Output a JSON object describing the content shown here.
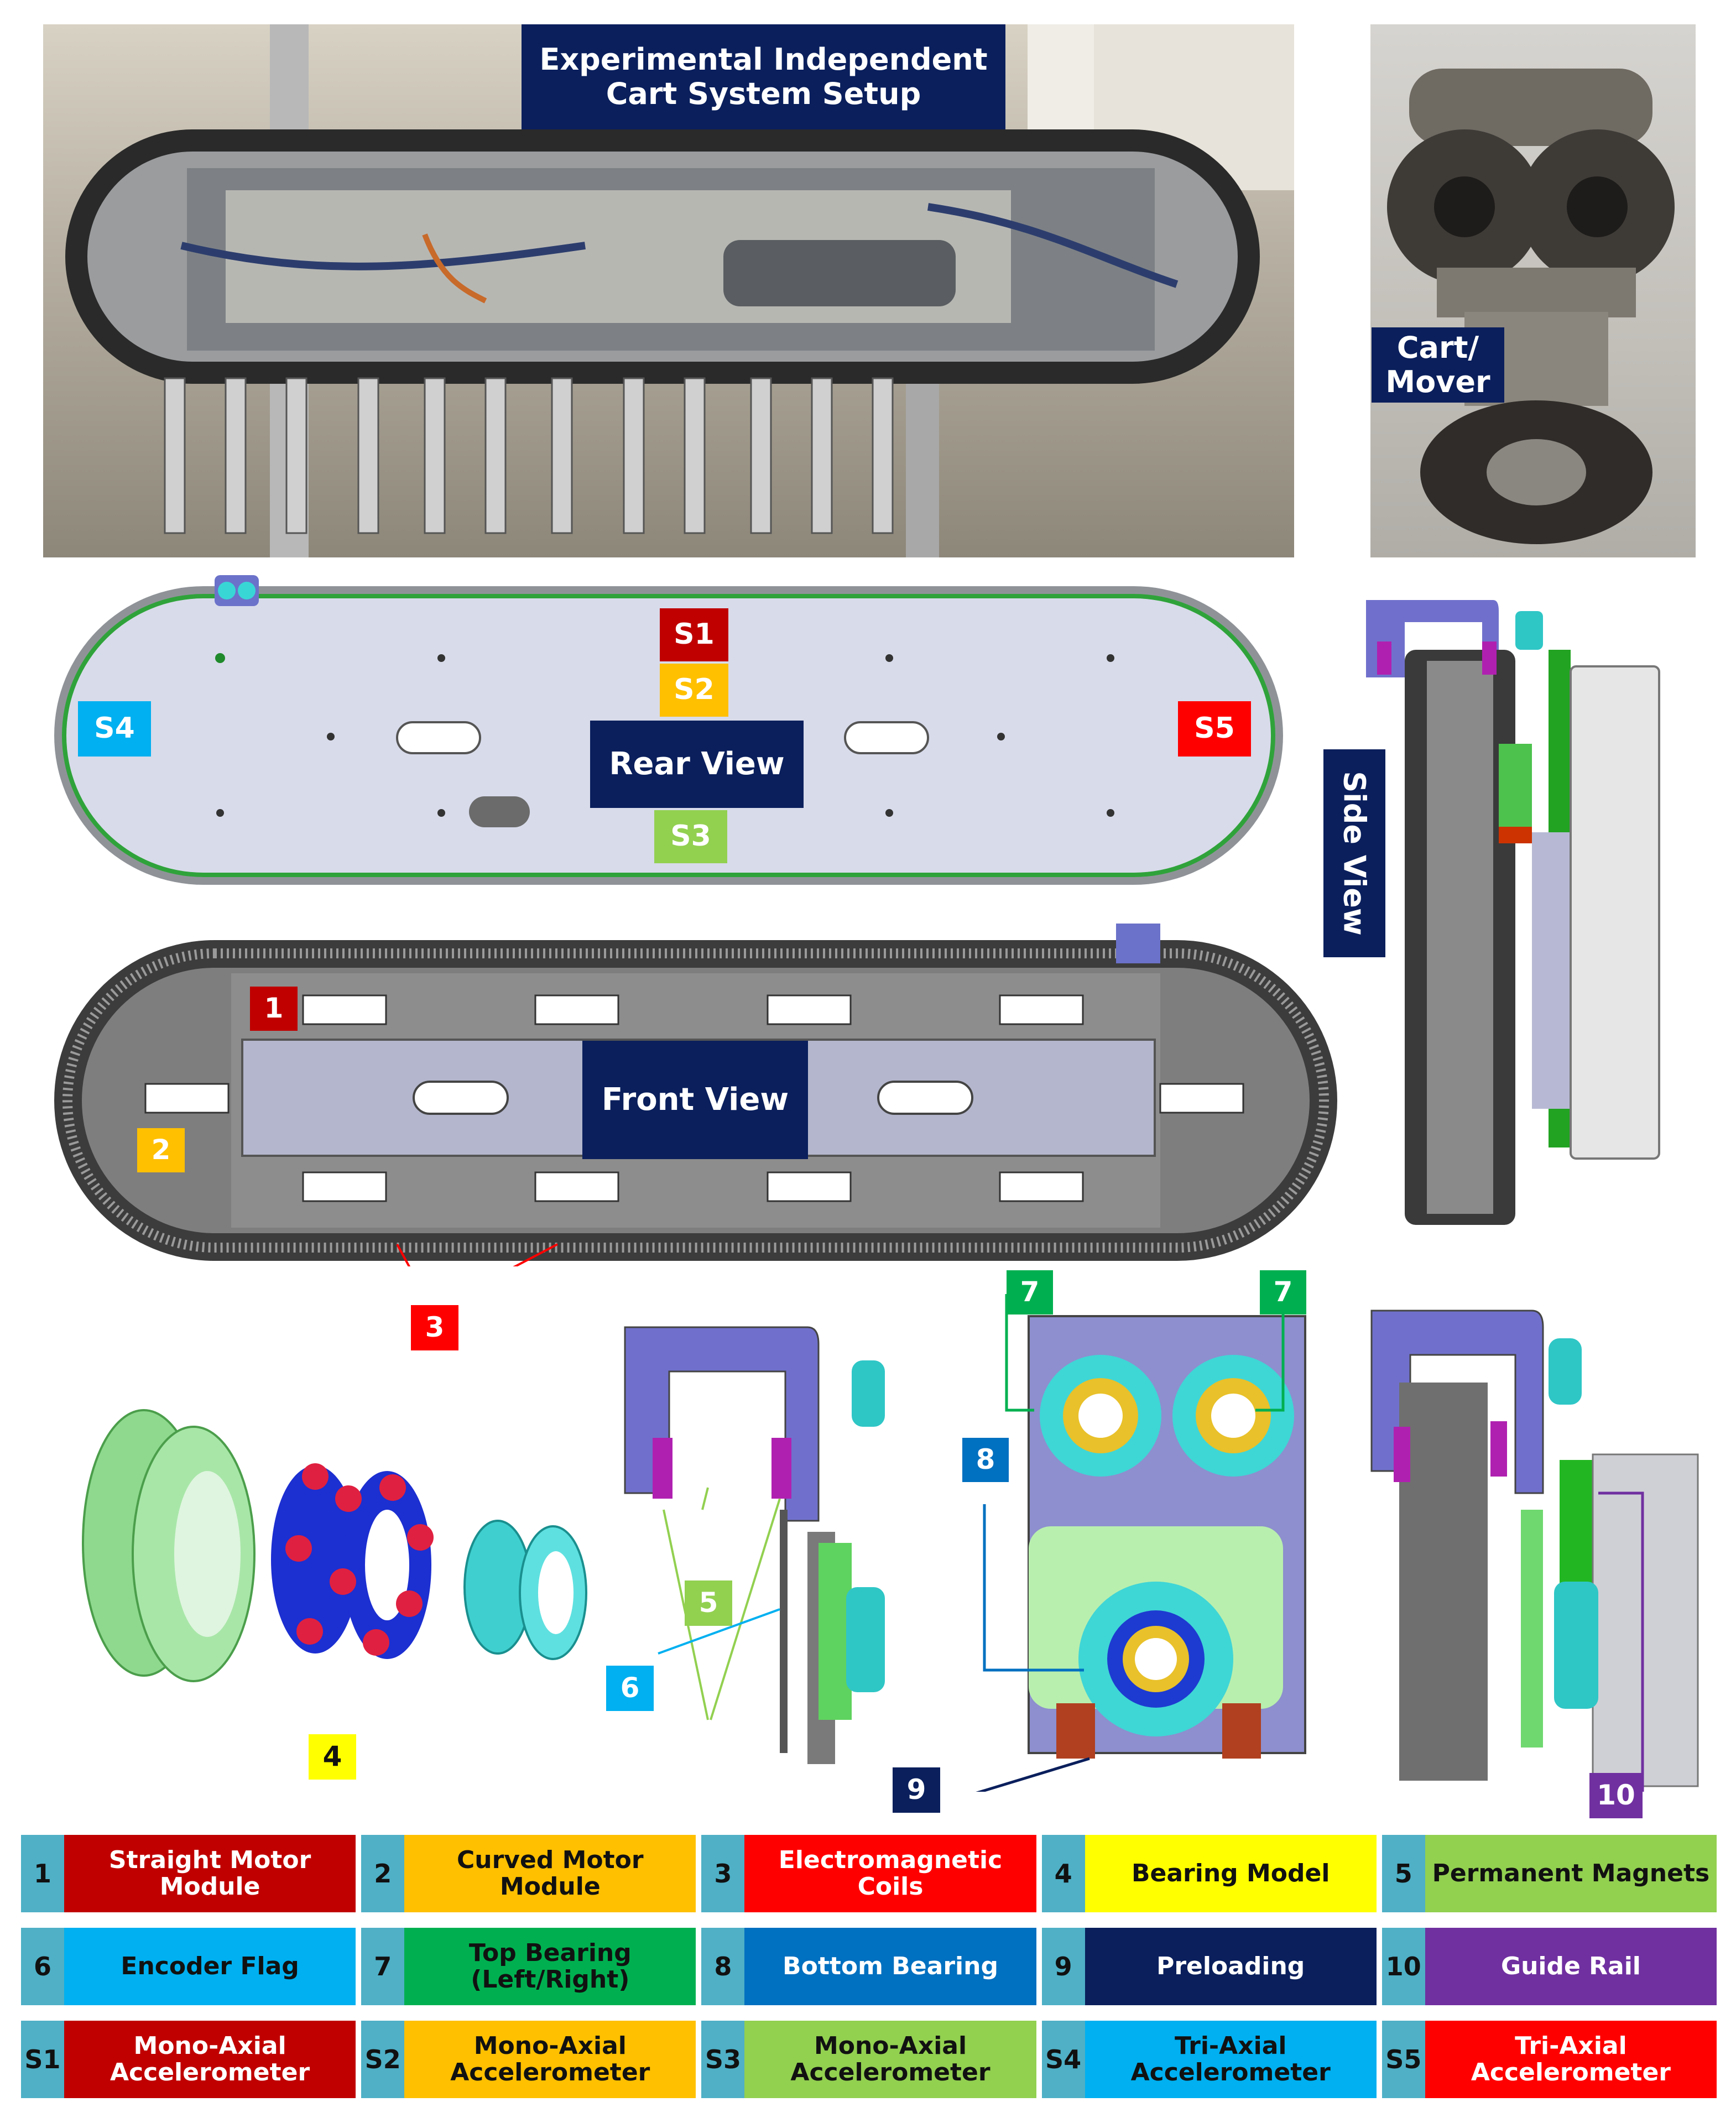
{
  "photos": {
    "setup_title": "Experimental Independent Cart System Setup",
    "cart_label": "Cart/ Mover"
  },
  "views": {
    "rear": "Rear View",
    "front": "Front View",
    "side": "Side View"
  },
  "sensor_tags": [
    "S1",
    "S2",
    "S3",
    "S4",
    "S5"
  ],
  "number_tags": [
    "1",
    "2",
    "3",
    "4",
    "5",
    "6",
    "7",
    "8",
    "9",
    "10"
  ],
  "colors": {
    "navy": "#0a1f5c",
    "red": "#c00000",
    "orange": "#ffc000",
    "light_green": "#92d050",
    "sky": "#00b0f0",
    "bright_red": "#ff0000",
    "yellow": "#ffff00",
    "green": "#00b050",
    "blue": "#0070c0",
    "purple": "#7030a0"
  },
  "legend": [
    [
      {
        "num": "1",
        "label": "Straight Motor Module",
        "bg": "#c00000",
        "fg": "#ffffff"
      },
      {
        "num": "2",
        "label": "Curved Motor Module",
        "bg": "#ffc000",
        "fg": "#111111"
      },
      {
        "num": "3",
        "label": "Electromagnetic Coils",
        "bg": "#ff0000",
        "fg": "#ffffff"
      },
      {
        "num": "4",
        "label": "Bearing Model",
        "bg": "#ffff00",
        "fg": "#111111"
      },
      {
        "num": "5",
        "label": "Permanent Magnets",
        "bg": "#92d050",
        "fg": "#111111"
      }
    ],
    [
      {
        "num": "6",
        "label": "Encoder Flag",
        "bg": "#00b0f0",
        "fg": "#111111"
      },
      {
        "num": "7",
        "label": "Top Bearing (Left/Right)",
        "bg": "#00b050",
        "fg": "#111111"
      },
      {
        "num": "8",
        "label": "Bottom Bearing",
        "bg": "#0070c0",
        "fg": "#ffffff"
      },
      {
        "num": "9",
        "label": "Preloading",
        "bg": "#0a1f5c",
        "fg": "#ffffff"
      },
      {
        "num": "10",
        "label": "Guide Rail",
        "bg": "#7030a0",
        "fg": "#ffffff"
      }
    ],
    [
      {
        "num": "S1",
        "label": "Mono-Axial Accelerometer",
        "bg": "#c00000",
        "fg": "#ffffff"
      },
      {
        "num": "S2",
        "label": "Mono-Axial Accelerometer",
        "bg": "#ffc000",
        "fg": "#111111"
      },
      {
        "num": "S3",
        "label": "Mono-Axial Accelerometer",
        "bg": "#92d050",
        "fg": "#111111"
      },
      {
        "num": "S4",
        "label": "Tri-Axial Accelerometer",
        "bg": "#00b0f0",
        "fg": "#111111"
      },
      {
        "num": "S5",
        "label": "Tri-Axial Accelerometer",
        "bg": "#ff0000",
        "fg": "#ffffff"
      }
    ]
  ]
}
